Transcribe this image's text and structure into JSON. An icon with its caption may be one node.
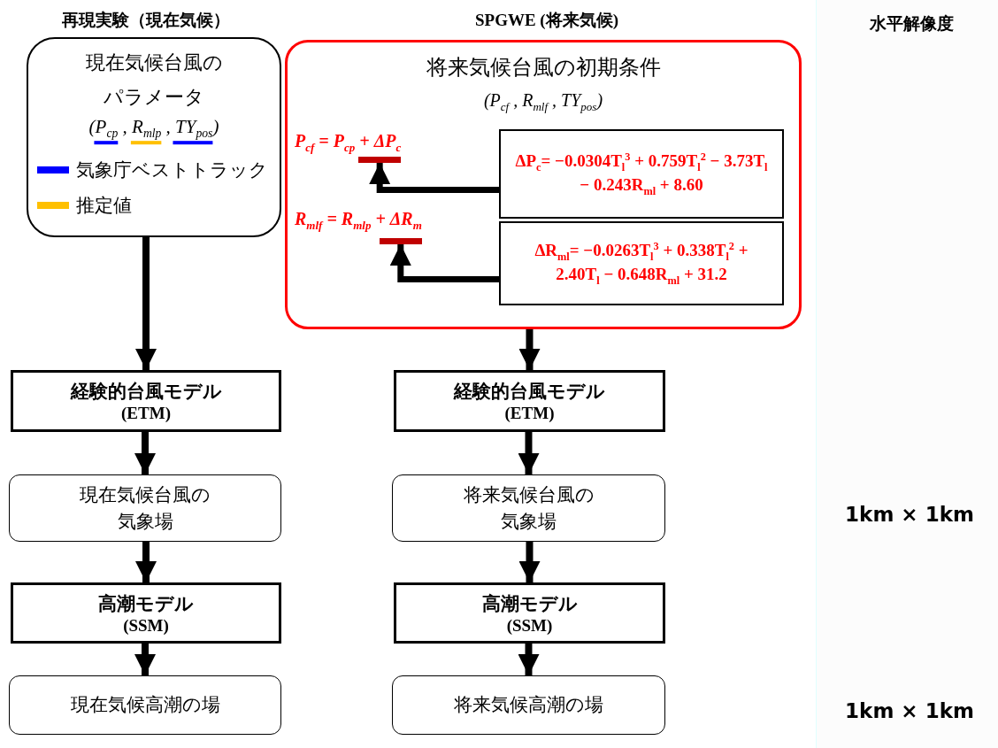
{
  "diagram": {
    "nodes": [
      {
        "text": [
          "現在気候台風のパラメータ",
          "(P$_{cp}$ , R$_{mlp}$ , TY$_{pos}$)"
        ]
      },
      {
        "text": [
          "将来気候台風の初期条件",
          "(P$_{cf}$ , R$_{mlf}$ , TY$_{pos}$)"
        ]
      },
      {
        "text": [
          "P$_{cf}$ = P$_{cp}$ + ΔP$_{c}$"
        ],
        "in": 1
      },
      {
        "text": [
          "ΔP$_{c}$= −0.0304T$_{l}$$^{3}$ + 0.759T$_{l}$$^{2}$ − 3.73T$_{l}$ − 0.243R$_{ml}$ + 8.60"
        ],
        "in": 1
      },
      {
        "text": [
          "R$_{mlf}$ = R$_{mlp}$ + ΔR$_{m}$"
        ],
        "in": 1
      },
      {
        "text": [
          "ΔR$_{ml}$= −0.0263T$_{l}$$^{3}$ + 0.338T$_{l}$$^{2}$ + 2.40T$_{l}$ − 0.648R$_{ml}$ + 31.2"
        ],
        "in": 1
      },
      {
        "text": [
          "経験的台風モデル",
          "(ETM)"
        ]
      },
      {
        "text": [
          "経験的台風モデル",
          "(ETM)"
        ]
      },
      {
        "text": [
          "現在気候台風の気象場"
        ]
      },
      {
        "text": [
          "将来気候台風の気象場"
        ]
      },
      {
        "text": [
          "高潮モデル",
          "(SSM)"
        ]
      },
      {
        "text": [
          "高潮モデル",
          "(SSM)"
        ]
      },
      {
        "text": [
          "現在気候高潮の場"
        ]
      },
      {
        "text": [
          "将来気候高潮の場"
        ]
      }
    ],
    "edges": [
      {
        "from": 0,
        "to": 6,
        "arrow": "to"
      },
      {
        "from": 1,
        "to": 7,
        "arrow": "to"
      },
      {
        "from": 3,
        "to": 2,
        "arrow": "to"
      },
      {
        "from": 5,
        "to": 4,
        "arrow": "to"
      },
      {
        "from": 6,
        "to": 8,
        "arrow": "to"
      },
      {
        "from": 7,
        "to": 9,
        "arrow": "to"
      },
      {
        "from": 8,
        "to": 10,
        "arrow": "to"
      },
      {
        "from": 9,
        "to": 11,
        "arrow": "to"
      },
      {
        "from": 10,
        "to": 12,
        "arrow": "to"
      },
      {
        "from": 11,
        "to": 13,
        "arrow": "to"
      }
    ],
    "labels": [
      "再現実験（現在気候）",
      "SPGWE (将来気候)",
      "水平解像度",
      "1km × 1km",
      "1km × 1km"
    ],
    "legend": [
      {
        "text": "気象庁ベストトラック",
        "color": "#0000ff"
      },
      {
        "text": "推定値",
        "color": "#ffc000"
      }
    ]
  }
}
